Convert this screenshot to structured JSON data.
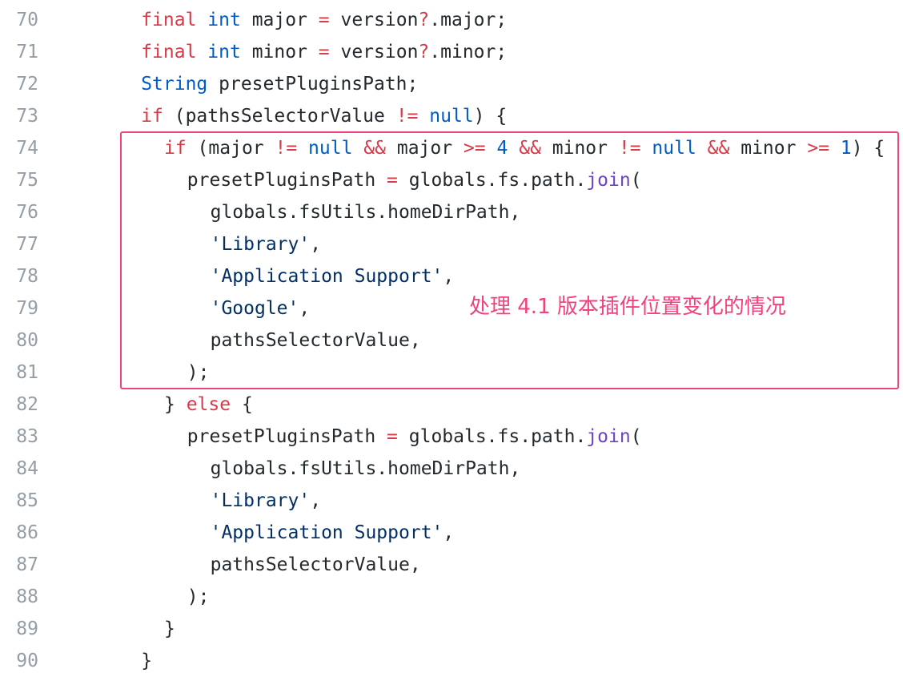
{
  "code": {
    "lines": [
      {
        "no": "70",
        "indent": 4,
        "tokens": [
          {
            "t": "final",
            "c": "kw"
          },
          {
            "t": " "
          },
          {
            "t": "int",
            "c": "type"
          },
          {
            "t": " major "
          },
          {
            "t": "=",
            "c": "kw"
          },
          {
            "t": " version"
          },
          {
            "t": "?",
            "c": "kw"
          },
          {
            "t": ".major;"
          }
        ]
      },
      {
        "no": "71",
        "indent": 4,
        "tokens": [
          {
            "t": "final",
            "c": "kw"
          },
          {
            "t": " "
          },
          {
            "t": "int",
            "c": "type"
          },
          {
            "t": " minor "
          },
          {
            "t": "=",
            "c": "kw"
          },
          {
            "t": " version"
          },
          {
            "t": "?",
            "c": "kw"
          },
          {
            "t": ".minor;"
          }
        ]
      },
      {
        "no": "72",
        "indent": 4,
        "tokens": [
          {
            "t": "String",
            "c": "type"
          },
          {
            "t": " presetPluginsPath;"
          }
        ]
      },
      {
        "no": "73",
        "indent": 4,
        "tokens": [
          {
            "t": "if",
            "c": "kw"
          },
          {
            "t": " (pathsSelectorValue "
          },
          {
            "t": "!=",
            "c": "kw"
          },
          {
            "t": " "
          },
          {
            "t": "null",
            "c": "type"
          },
          {
            "t": ") {"
          }
        ]
      },
      {
        "no": "74",
        "indent": 5,
        "tokens": [
          {
            "t": "if",
            "c": "kw"
          },
          {
            "t": " (major "
          },
          {
            "t": "!=",
            "c": "kw"
          },
          {
            "t": " "
          },
          {
            "t": "null",
            "c": "type"
          },
          {
            "t": " "
          },
          {
            "t": "&&",
            "c": "kw"
          },
          {
            "t": " major "
          },
          {
            "t": ">=",
            "c": "kw"
          },
          {
            "t": " "
          },
          {
            "t": "4",
            "c": "num"
          },
          {
            "t": " "
          },
          {
            "t": "&&",
            "c": "kw"
          },
          {
            "t": " minor "
          },
          {
            "t": "!=",
            "c": "kw"
          },
          {
            "t": " "
          },
          {
            "t": "null",
            "c": "type"
          },
          {
            "t": " "
          },
          {
            "t": "&&",
            "c": "kw"
          },
          {
            "t": " minor "
          },
          {
            "t": ">=",
            "c": "kw"
          },
          {
            "t": " "
          },
          {
            "t": "1",
            "c": "num"
          },
          {
            "t": ") {"
          }
        ]
      },
      {
        "no": "75",
        "indent": 6,
        "tokens": [
          {
            "t": "presetPluginsPath "
          },
          {
            "t": "=",
            "c": "kw"
          },
          {
            "t": " globals.fs.path."
          },
          {
            "t": "join",
            "c": "fn"
          },
          {
            "t": "("
          }
        ]
      },
      {
        "no": "76",
        "indent": 7,
        "tokens": [
          {
            "t": "globals.fsUtils.homeDirPath,"
          }
        ]
      },
      {
        "no": "77",
        "indent": 7,
        "tokens": [
          {
            "t": "'Library'",
            "c": "str"
          },
          {
            "t": ","
          }
        ]
      },
      {
        "no": "78",
        "indent": 7,
        "tokens": [
          {
            "t": "'Application Support'",
            "c": "str"
          },
          {
            "t": ","
          }
        ]
      },
      {
        "no": "79",
        "indent": 7,
        "tokens": [
          {
            "t": "'Google'",
            "c": "str"
          },
          {
            "t": ","
          }
        ]
      },
      {
        "no": "80",
        "indent": 7,
        "tokens": [
          {
            "t": "pathsSelectorValue,"
          }
        ]
      },
      {
        "no": "81",
        "indent": 6,
        "tokens": [
          {
            "t": ");"
          }
        ]
      },
      {
        "no": "82",
        "indent": 5,
        "tokens": [
          {
            "t": "} "
          },
          {
            "t": "else",
            "c": "kw"
          },
          {
            "t": " {"
          }
        ]
      },
      {
        "no": "83",
        "indent": 6,
        "tokens": [
          {
            "t": "presetPluginsPath "
          },
          {
            "t": "=",
            "c": "kw"
          },
          {
            "t": " globals.fs.path."
          },
          {
            "t": "join",
            "c": "fn"
          },
          {
            "t": "("
          }
        ]
      },
      {
        "no": "84",
        "indent": 7,
        "tokens": [
          {
            "t": "globals.fsUtils.homeDirPath,"
          }
        ]
      },
      {
        "no": "85",
        "indent": 7,
        "tokens": [
          {
            "t": "'Library'",
            "c": "str"
          },
          {
            "t": ","
          }
        ]
      },
      {
        "no": "86",
        "indent": 7,
        "tokens": [
          {
            "t": "'Application Support'",
            "c": "str"
          },
          {
            "t": ","
          }
        ]
      },
      {
        "no": "87",
        "indent": 7,
        "tokens": [
          {
            "t": "pathsSelectorValue,"
          }
        ]
      },
      {
        "no": "88",
        "indent": 6,
        "tokens": [
          {
            "t": ");"
          }
        ]
      },
      {
        "no": "89",
        "indent": 5,
        "tokens": [
          {
            "t": "}"
          }
        ]
      },
      {
        "no": "90",
        "indent": 4,
        "tokens": [
          {
            "t": "}"
          }
        ]
      }
    ]
  },
  "annotation": {
    "text": "处理 4.1 版本插件位置变化的情况"
  },
  "colors": {
    "keyword": "#d73a49",
    "type": "#005cc5",
    "string": "#032f62",
    "function": "#6f42c1",
    "plain": "#24292e",
    "line_number": "#959da5",
    "annotation": "#f0427e"
  }
}
